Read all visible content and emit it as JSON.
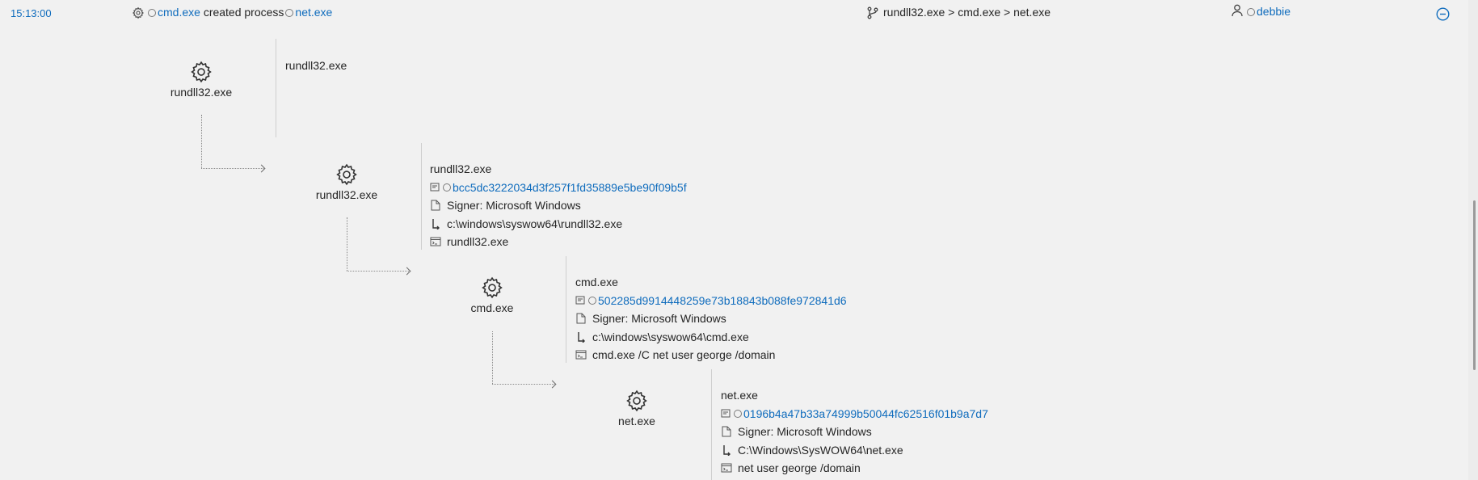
{
  "header": {
    "time": "15:13:00",
    "event_source": "cmd.exe",
    "event_action": "created process",
    "event_target": "net.exe",
    "path_chain": "rundll32.exe > cmd.exe > net.exe",
    "user": "debbie"
  },
  "tree": {
    "root": {
      "label": "rundll32.exe",
      "detail_title": "rundll32.exe"
    },
    "nodes": [
      {
        "label": "rundll32.exe",
        "title": "rundll32.exe",
        "hash": "bcc5dc3222034d3f257f1fd35889e5be90f09b5f",
        "signer": "Signer: Microsoft Windows",
        "path": "c:\\windows\\syswow64\\rundll32.exe",
        "cmdline": "rundll32.exe"
      },
      {
        "label": "cmd.exe",
        "title": "cmd.exe",
        "hash": "502285d9914448259e73b18843b088fe972841d6",
        "signer": "Signer: Microsoft Windows",
        "path": "c:\\windows\\syswow64\\cmd.exe",
        "cmdline": "cmd.exe /C net user george /domain"
      },
      {
        "label": "net.exe",
        "title": "net.exe",
        "hash": "0196b4a47b33a74999b50044fc62516f01b9a7d7",
        "signer": "Signer: Microsoft Windows",
        "path": "C:\\Windows\\SysWOW64\\net.exe",
        "cmdline": "net user george /domain"
      }
    ]
  },
  "colors": {
    "link": "#0f6cbd",
    "background": "#f1f1f1",
    "text": "#252525"
  }
}
